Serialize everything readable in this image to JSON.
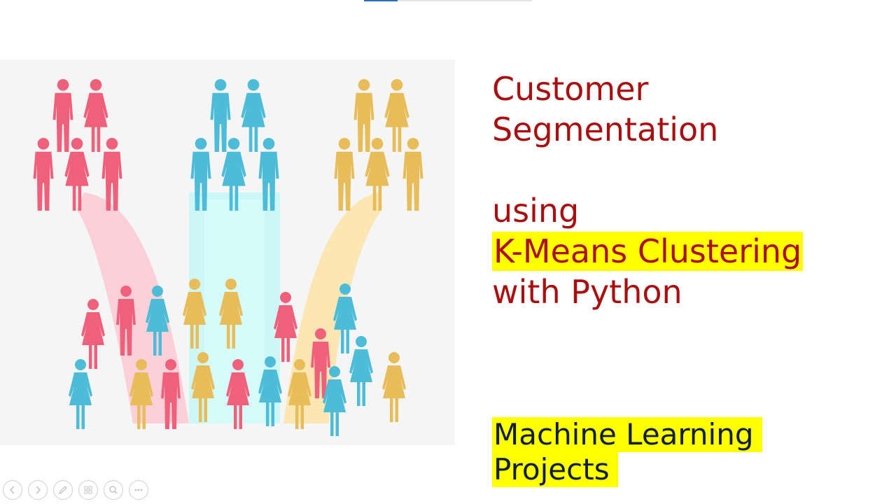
{
  "slide": {
    "title_lines": [
      "Customer",
      "Segmentation"
    ],
    "using_line": "using",
    "highlight_line": "K-Means Clustering",
    "with_line": "with Python",
    "subtitle_lines": [
      "Machine Learning",
      "Projects"
    ]
  },
  "progress": {
    "fraction": 0.2
  },
  "colors": {
    "title": "#aa0e0e",
    "subtitle": "#0f1d3d",
    "highlight": "#ffff00",
    "group_pink": "#f0607a",
    "group_blue": "#4cbcd8",
    "group_yellow": "#e8bc58"
  },
  "controls": [
    {
      "name": "previous-slide-button",
      "icon": "arrow-left-icon"
    },
    {
      "name": "next-slide-button",
      "icon": "arrow-right-icon"
    },
    {
      "name": "pen-tool-button",
      "icon": "pen-icon"
    },
    {
      "name": "slide-overview-button",
      "icon": "slides-grid-icon"
    },
    {
      "name": "zoom-button",
      "icon": "magnifier-icon"
    },
    {
      "name": "more-options-button",
      "icon": "more-icon"
    }
  ]
}
